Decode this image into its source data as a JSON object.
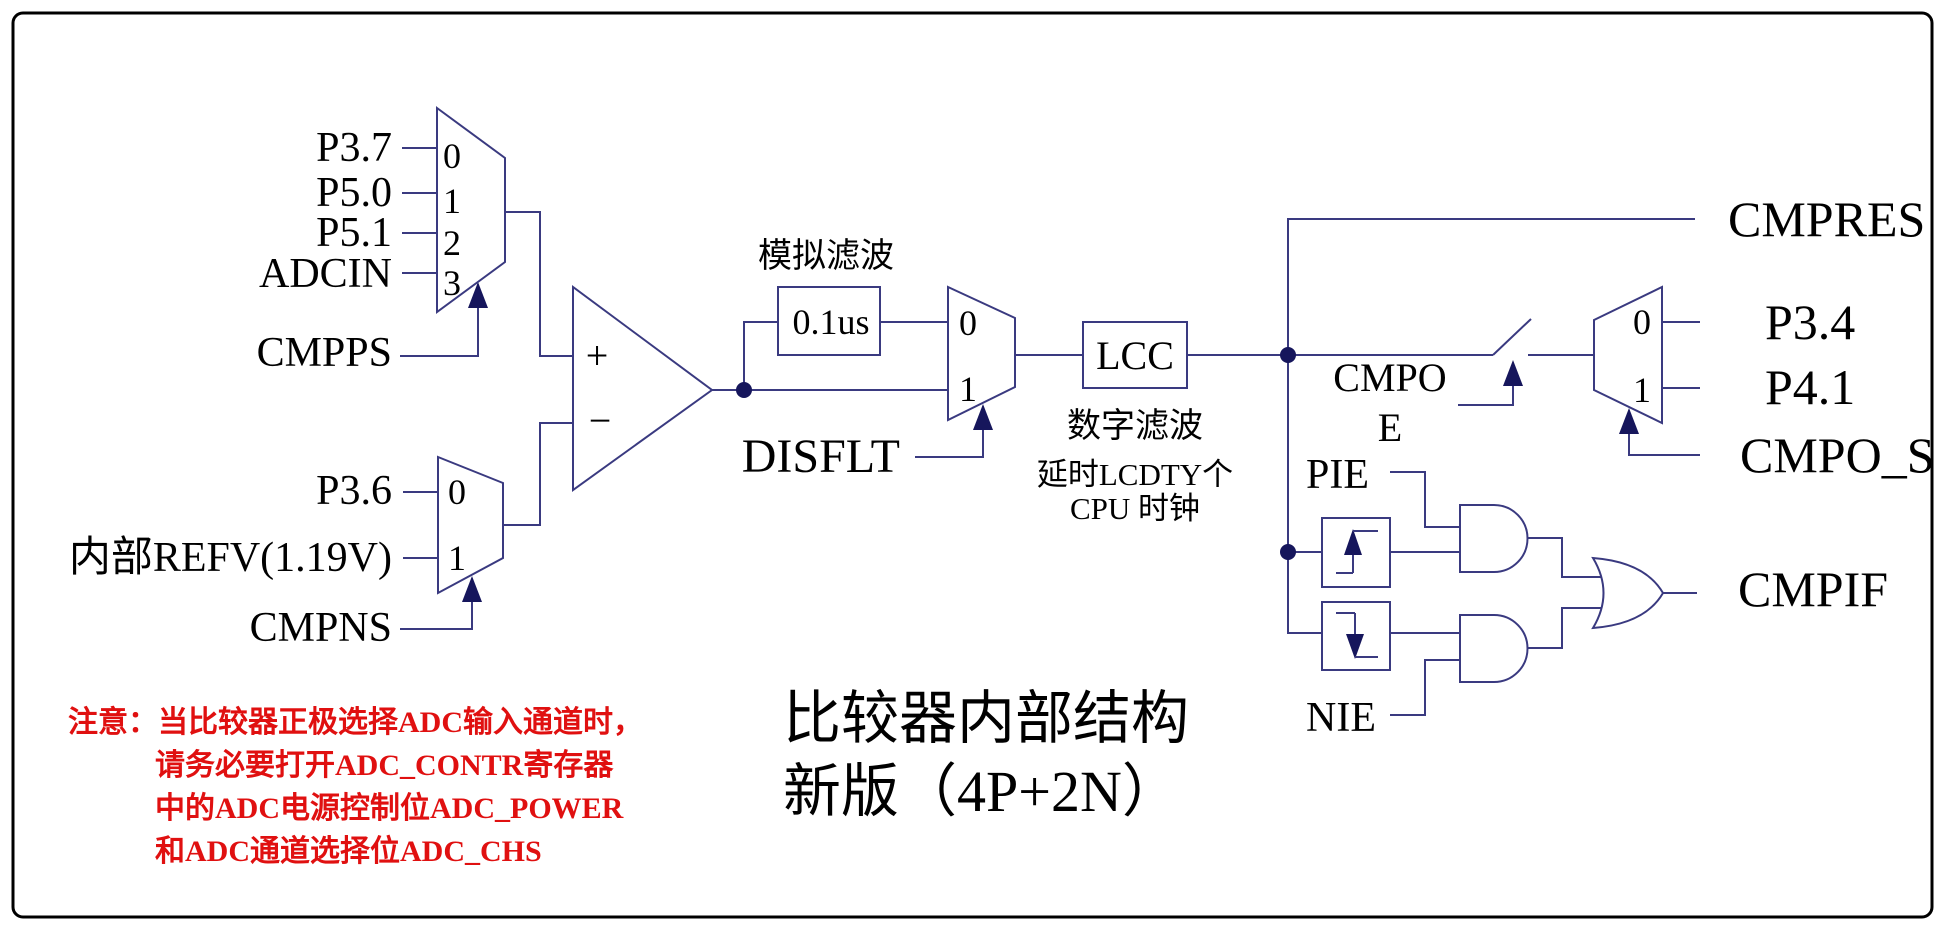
{
  "diagram": {
    "title": {
      "line1": "比较器内部结构",
      "line2": "新版（4P+2N）"
    },
    "positive_mux": {
      "inputs": [
        "P3.7",
        "P5.0",
        "P5.1",
        "ADCIN"
      ],
      "channels": [
        "0",
        "1",
        "2",
        "3"
      ],
      "select": "CMPPS"
    },
    "negative_mux": {
      "inputs": [
        "P3.6",
        "内部REFV(1.19V)"
      ],
      "channels": [
        "0",
        "1"
      ],
      "select": "CMPNS"
    },
    "comparator": {
      "plus": "+",
      "minus": "−"
    },
    "analog_filter": {
      "label": "模拟滤波",
      "delay": "0.1us"
    },
    "filter_mux": {
      "channels": [
        "0",
        "1"
      ],
      "select": "DISFLT"
    },
    "digital_filter": {
      "block": "LCC",
      "label": "数字滤波",
      "desc1": "延时LCDTY个",
      "desc2": "CPU 时钟"
    },
    "result": "CMPRES",
    "output_enable": {
      "line1": "CMPO",
      "line2": "E"
    },
    "output_mux": {
      "channels": [
        "0",
        "1"
      ],
      "outputs": [
        "P3.4",
        "P4.1"
      ],
      "select": "CMPO_S"
    },
    "interrupt": {
      "rising_enable": "PIE",
      "falling_enable": "NIE",
      "flag": "CMPIF"
    },
    "note": {
      "line1": "注意：当比较器正极选择ADC输入通道时，",
      "line2": "请务必要打开ADC_CONTR寄存器",
      "line3": "中的ADC电源控制位ADC_POWER",
      "line4": "和ADC通道选择位ADC_CHS"
    }
  },
  "colors": {
    "wire": "#3a3a80",
    "arrow": "#16165c",
    "text": "#000000",
    "note": "#e01010"
  }
}
